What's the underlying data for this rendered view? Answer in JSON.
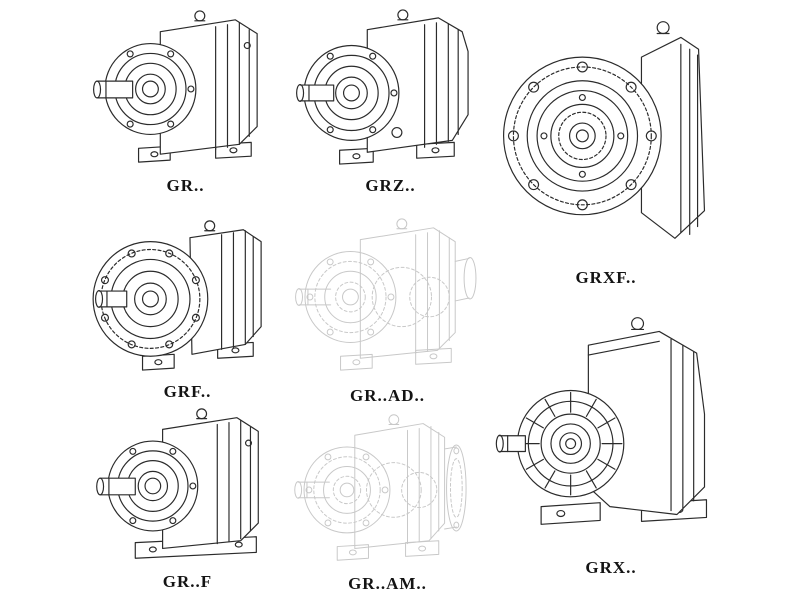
{
  "page": {
    "background": "#ffffff",
    "ink_color": "#2b2b2b",
    "faded_ink_color": "#c8c8c8",
    "label_color": "#141414"
  },
  "figures": [
    {
      "id": "gr",
      "label": "GR..",
      "style": "solid",
      "drawing": "foot-mounted-helical-gear-unit"
    },
    {
      "id": "grz",
      "label": "GRZ..",
      "style": "solid",
      "drawing": "foot-mounted-helical-gear-unit-variant"
    },
    {
      "id": "grxf",
      "label": "GRXF..",
      "style": "solid",
      "drawing": "large-flange-mounted-gear-unit-front-view"
    },
    {
      "id": "grf",
      "label": "GRF..",
      "style": "solid",
      "drawing": "flange-mounted-helical-gear-unit"
    },
    {
      "id": "gr-ad",
      "label": "GR..AD..",
      "style": "faded",
      "drawing": "gear-unit-with-input-adapter-phantom-view"
    },
    {
      "id": "gr-f",
      "label": "GR..F",
      "style": "solid",
      "drawing": "foot-mounted-gear-unit-with-base-plate"
    },
    {
      "id": "gr-am",
      "label": "GR..AM..",
      "style": "faded",
      "drawing": "gear-unit-with-motor-flange-phantom-view"
    },
    {
      "id": "grx",
      "label": "GRX..",
      "style": "solid",
      "drawing": "large-foot-mounted-gear-unit-ribbed-bell"
    }
  ]
}
